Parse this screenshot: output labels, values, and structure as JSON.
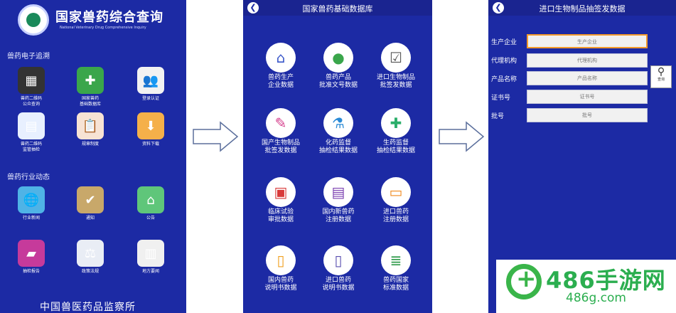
{
  "screen1": {
    "title": "国家兽药综合查询",
    "subtitle": "National Veterinary Drug Comprehensive Inquiry",
    "section_trace": "兽药电子追溯",
    "section_news": "兽药行业动态",
    "items": [
      {
        "label": "兽药二维码\n公众查询",
        "icon": "qr-code-icon",
        "color": "#333333"
      },
      {
        "label": "国家兽药\n基础数据库",
        "icon": "book-plus-icon",
        "color": "#3aa64b"
      },
      {
        "label": "登录认证",
        "icon": "users-icon",
        "color": "#f2f2f2"
      },
      {
        "label": "兽药二维码\n监管抽检",
        "icon": "document-scan-icon",
        "color": "#e8f0ff"
      },
      {
        "label": "规章制度",
        "icon": "clipboard-icon",
        "color": "#f7e3d4"
      },
      {
        "label": "资料下载",
        "icon": "download-icon",
        "color": "#f5b04a"
      },
      {
        "label": "行业新闻",
        "icon": "globe-icon",
        "color": "#4fb3e6"
      },
      {
        "label": "通知",
        "icon": "notice-icon",
        "color": "#c8a86a"
      },
      {
        "label": "公告",
        "icon": "announcement-icon",
        "color": "#5fc67a"
      },
      {
        "label": "抽检报告",
        "icon": "folder-icon",
        "color": "#c63a9b"
      },
      {
        "label": "政策法规",
        "icon": "law-book-icon",
        "color": "#e9edf5"
      },
      {
        "label": "地方要闻",
        "icon": "newspaper-icon",
        "color": "#f0f0f0"
      }
    ],
    "bottom_title": "中国兽医药品监察所"
  },
  "screen2": {
    "header_title": "国家兽药基础数据库",
    "items": [
      {
        "label": "兽药生产\n企业数据",
        "icon": "house-icon"
      },
      {
        "label": "兽药产品\n批准文号数据",
        "icon": "stamp-icon"
      },
      {
        "label": "进口生物制品\n批签发数据",
        "icon": "checklist-icon"
      },
      {
        "label": "国产生物制品\n批签发数据",
        "icon": "clipboard-edit-icon"
      },
      {
        "label": "化药监督\n抽检结果数据",
        "icon": "flask-icon"
      },
      {
        "label": "生药监督\n抽检结果数据",
        "icon": "medicine-bottle-icon"
      },
      {
        "label": "临床试验\n审批数据",
        "icon": "monitor-check-icon"
      },
      {
        "label": "国内新兽药\n注册数据",
        "icon": "id-card-icon"
      },
      {
        "label": "进口兽药\n注册数据",
        "icon": "card-icon"
      },
      {
        "label": "国内兽药\n说明书数据",
        "icon": "document-icon"
      },
      {
        "label": "进口兽药\n说明书数据",
        "icon": "document-w-icon"
      },
      {
        "label": "兽药国家\n标准数据",
        "icon": "list-doc-icon"
      }
    ]
  },
  "screen3": {
    "header_title": "进口生物制品抽签发数据",
    "fields": [
      {
        "label": "生产企业",
        "placeholder": "生产企业"
      },
      {
        "label": "代理机构",
        "placeholder": "代理机构"
      },
      {
        "label": "产品名称",
        "placeholder": "产品名称"
      },
      {
        "label": "证书号",
        "placeholder": "证书号"
      },
      {
        "label": "批号",
        "placeholder": "批号"
      }
    ],
    "search_label": "查询"
  },
  "watermark": {
    "text": "486手游网",
    "url": "486g.com"
  },
  "colors": {
    "background": "#1c2aa4",
    "header": "#1a2490",
    "accent": "#f39a2b",
    "watermark": "#2bae4f"
  }
}
